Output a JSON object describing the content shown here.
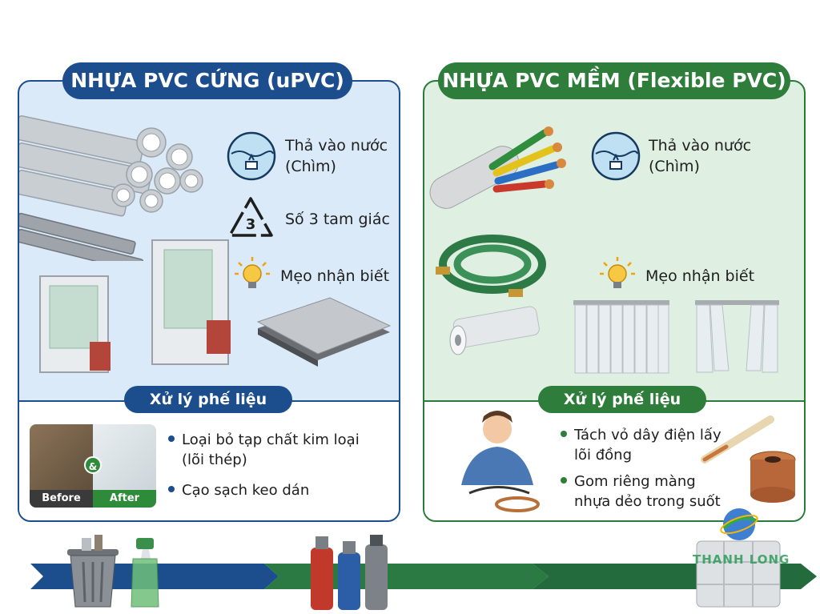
{
  "left": {
    "title": "NHỰA PVC CỨNG (uPVC)",
    "features": [
      {
        "icon": "water-sink-icon",
        "line1": "Thả vào nước",
        "line2": "(Chìm)"
      },
      {
        "icon": "recycle-3-icon",
        "line1": "Số 3 tam giác",
        "recycle_number": "3"
      },
      {
        "icon": "lightbulb-icon",
        "line1": "Mẹo nhận biết"
      }
    ],
    "scrap_title": "Xử lý phế liệu",
    "before_label": "Before",
    "after_label": "After",
    "amp": "&",
    "bullets": [
      {
        "line1": "Loại bỏ tạp chất kim loại",
        "line2": "(lõi thép)"
      },
      {
        "line1": "Cạo sạch keo dán"
      }
    ]
  },
  "right": {
    "title": "NHỰA PVC MỀM (Flexible PVC)",
    "features": [
      {
        "icon": "water-sink-icon",
        "line1": "Thả vào nước",
        "line2": "(Chìm)"
      },
      {
        "icon": "lightbulb-icon",
        "line1": "Mẹo nhận biết"
      }
    ],
    "scrap_title": "Xử lý phế liệu",
    "bullets": [
      {
        "line1": "Tách vỏ dây điện lấy",
        "line2": "lõi đồng"
      },
      {
        "line1": "Gom riêng màng",
        "line2": "nhựa dẻo trong suốt"
      }
    ]
  },
  "watermark": "THANH LONG",
  "colors": {
    "blue": "#1c4d8d",
    "green": "#2e7d3a",
    "panel_blue": "#dbeaf8",
    "panel_green": "#dff0e2"
  }
}
